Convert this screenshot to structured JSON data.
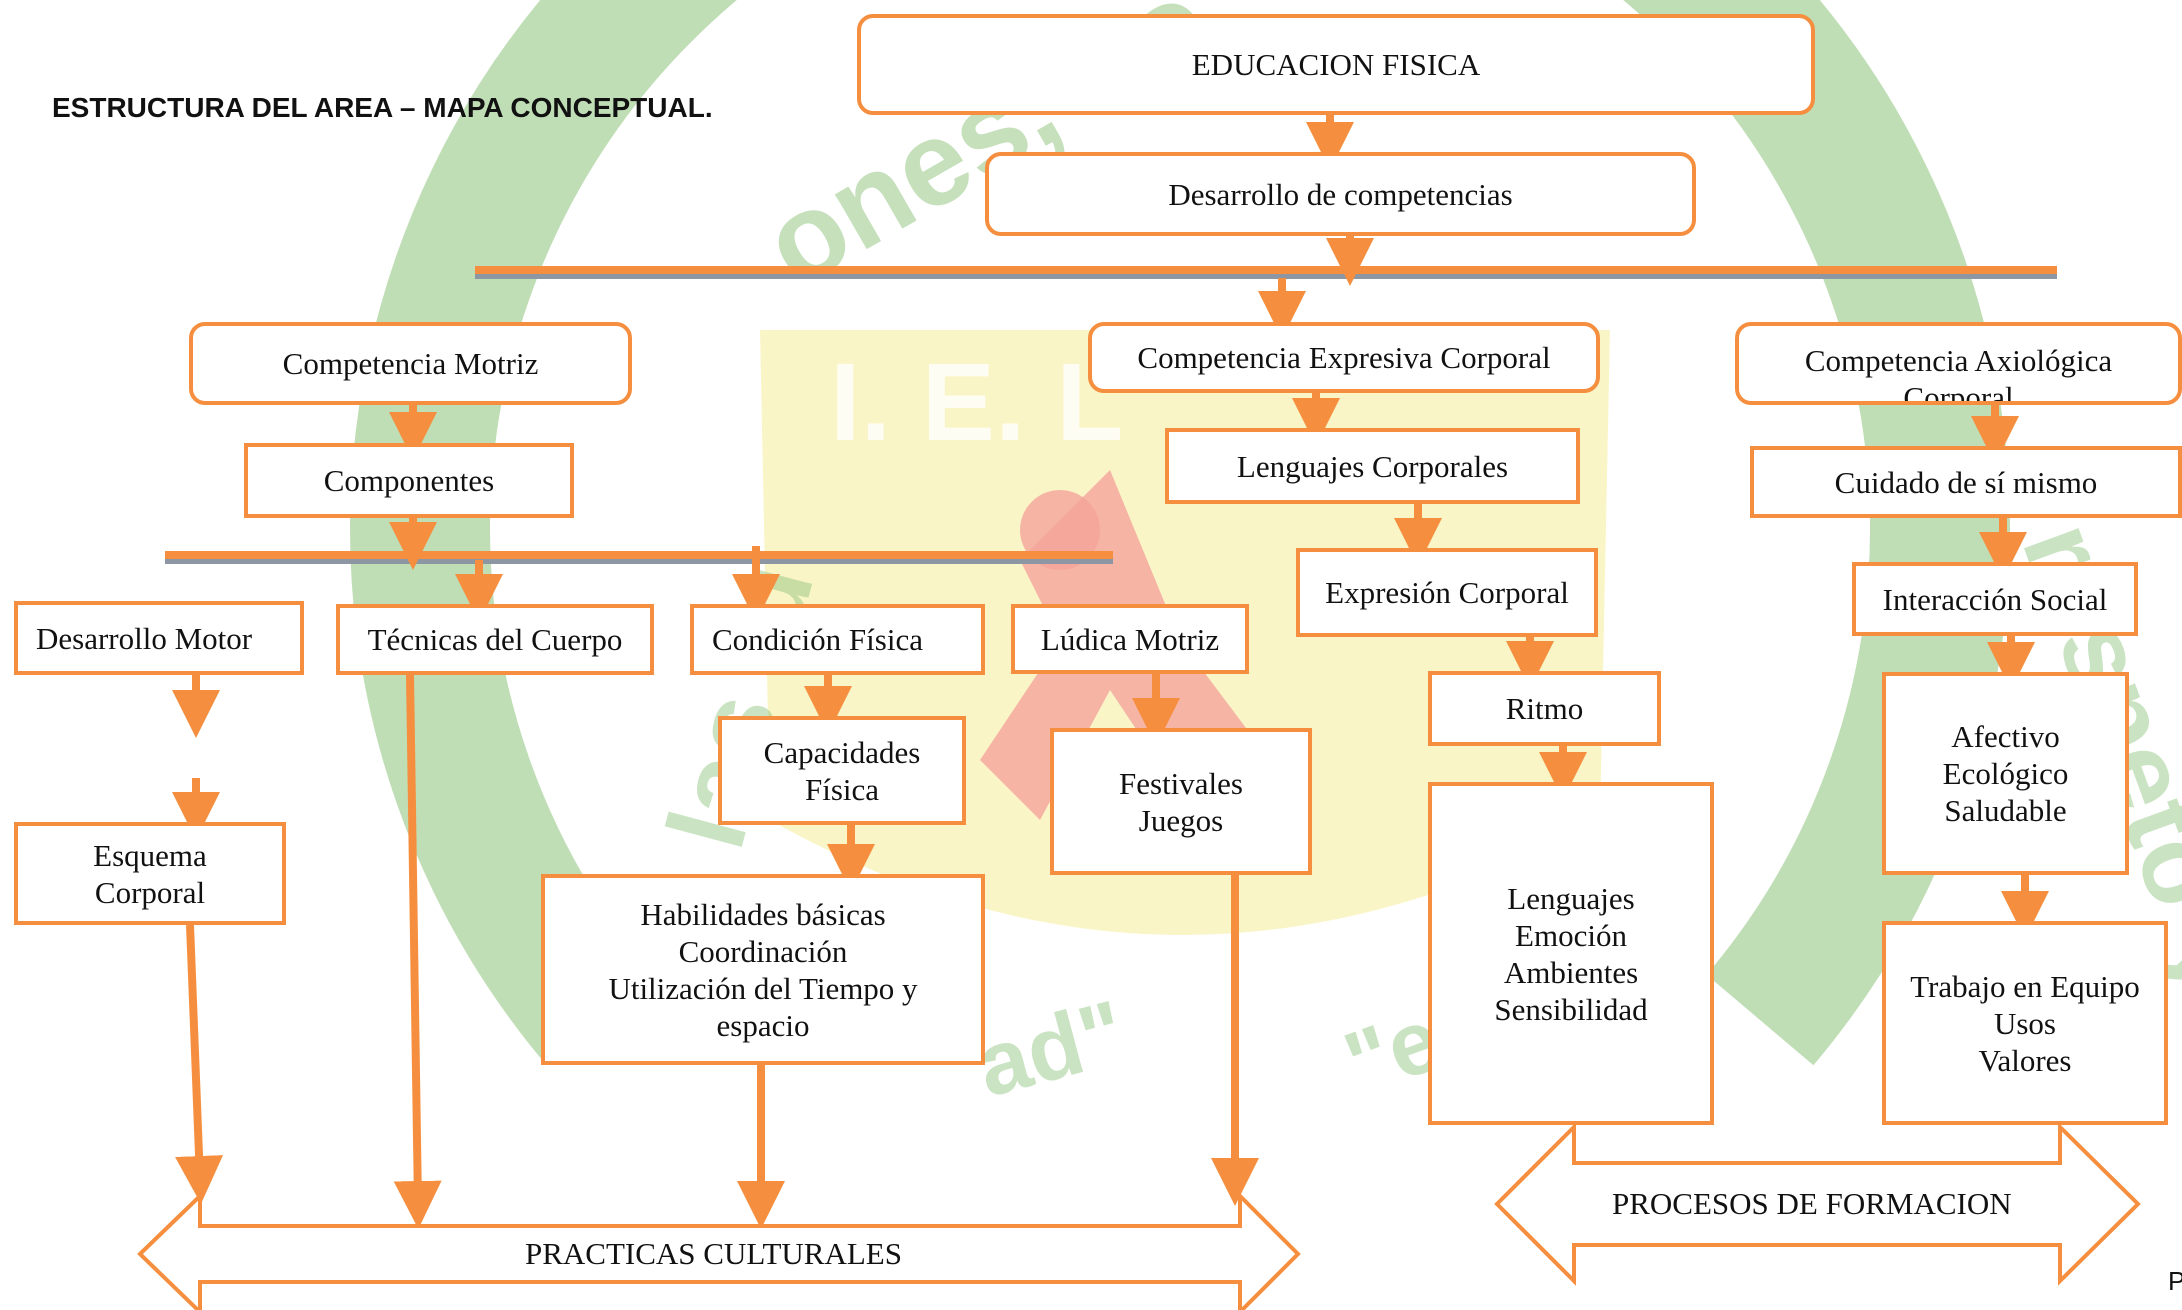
{
  "title": "ESTRUCTURA DEL AREA – MAPA CONCEPTUAL.",
  "corner_fragment": "P",
  "colors": {
    "border": "#f58f3f",
    "connector": "#f58f3f",
    "divider_shadow": "#8d96a3",
    "watermark_green": "#8cc27a",
    "watermark_yellow": "#f6ee9a",
    "watermark_red": "#ef5a4a"
  },
  "watermark": {
    "ring_text": "ones, co",
    "ring_text_right": "respeto y d",
    "ring_text_left": "las fu",
    "ring_text_bottom": "ad\"",
    "ring_text_bottom_right": "\"e",
    "crest_text": "I. E. L"
  },
  "nodes": {
    "root": "EDUCACION FISICA",
    "desarrollo": "Desarrollo de competencias",
    "motriz": "Competencia Motriz",
    "componentes": "Componentes",
    "expresiva": "Competencia Expresiva Corporal",
    "lenguajes_corporales": "Lenguajes Corporales",
    "expresion_corporal": "Expresión Corporal",
    "ritmo": "Ritmo",
    "lenguajes_list": "Lenguajes\nEmoción\nAmbientes\nSensibilidad",
    "axiologica": "Competencia Axiológica\nCorporal",
    "cuidado": "Cuidado de sí mismo",
    "interaccion": "Interacción Social",
    "afectivo": "Afectivo\nEcológico\nSaludable",
    "trabajo": "Trabajo en Equipo\nUsos\nValores",
    "desarrollo_motor": "Desarrollo Motor",
    "tecnicas": "Técnicas del Cuerpo",
    "condicion": "Condición Física",
    "ludica": "Lúdica Motriz",
    "capacidades": "Capacidades\nFísica",
    "habilidades": "Habilidades básicas\nCoordinación\nUtilización del Tiempo y\nespacio",
    "festivales": "Festivales\nJuegos",
    "esquema": "Esquema\nCorporal"
  },
  "bottom_arrows": {
    "practicas": "PRACTICAS CULTURALES",
    "procesos": "PROCESOS DE FORMACION"
  }
}
